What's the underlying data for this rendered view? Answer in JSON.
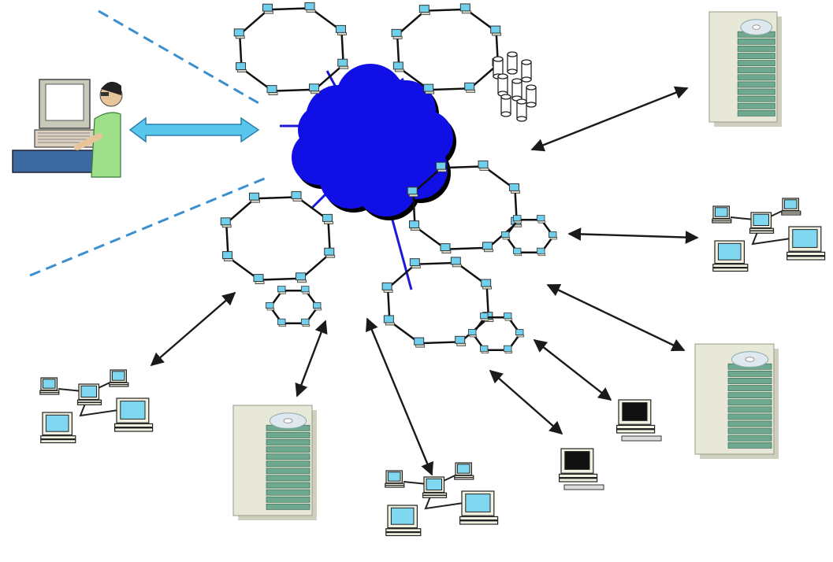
{
  "diagram": {
    "title": "",
    "colors": {
      "cloud": "#1010e6",
      "cloud_outline": "#000000",
      "link": "#1a1ad8",
      "dashed": "#3a8fd0",
      "user_arrow": "#59c6ec",
      "arrow": "#1a1a1a",
      "ring": "#111111",
      "node_screen": "#6fd0ee",
      "server_body": "#e8e8d8",
      "server_stack": "#6fa890",
      "monitor_screen": "#7fd8f0",
      "person_shirt": "#9ee08a",
      "workstation": "#3c6aa0"
    },
    "nodes": [
      {
        "name": "internet-cloud-icon",
        "kind": "cloud"
      },
      {
        "name": "user-at-computer-icon",
        "kind": "user"
      },
      {
        "name": "ring-network-top-left",
        "kind": "ring"
      },
      {
        "name": "ring-network-top-right",
        "kind": "ring"
      },
      {
        "name": "ring-network-middle-right",
        "kind": "ring"
      },
      {
        "name": "ring-network-middle-left",
        "kind": "ring"
      },
      {
        "name": "ring-network-center-bottom",
        "kind": "ring"
      },
      {
        "name": "database-cylinders-icon",
        "kind": "database"
      },
      {
        "name": "server-top-right-icon",
        "kind": "server"
      },
      {
        "name": "server-right-icon",
        "kind": "server"
      },
      {
        "name": "server-bottom-center-icon",
        "kind": "server"
      },
      {
        "name": "pc-cluster-right-icon",
        "kind": "pc-cluster"
      },
      {
        "name": "pc-cluster-bottom-left-icon",
        "kind": "pc-cluster"
      },
      {
        "name": "pc-cluster-bottom-icon",
        "kind": "pc-cluster"
      },
      {
        "name": "single-pc-icon",
        "kind": "pc"
      },
      {
        "name": "single-pc-icon",
        "kind": "pc"
      }
    ]
  }
}
